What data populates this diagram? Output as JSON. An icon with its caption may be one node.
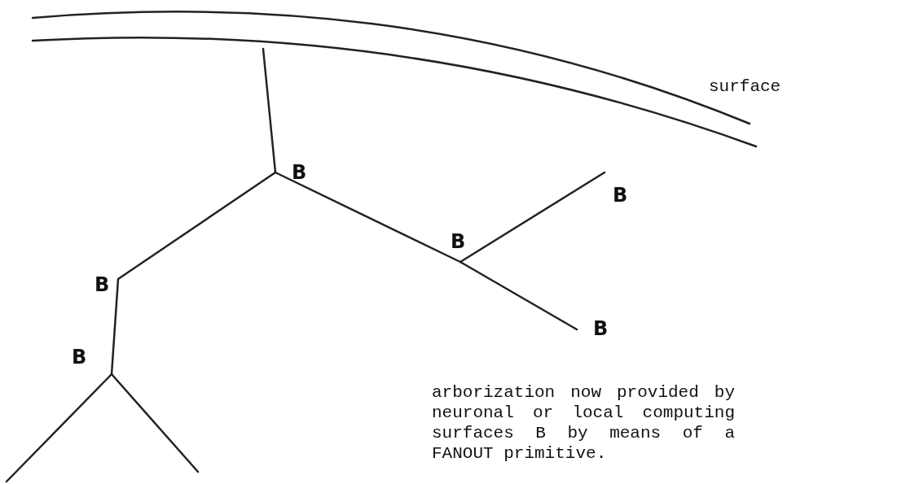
{
  "diagram": {
    "caption": "arborization now provided by neuronal or local computing surfaces B by means of a FANOUT primitive.",
    "labels": [
      "surface",
      "B",
      "B",
      "B",
      "B",
      "B",
      "B"
    ]
  }
}
